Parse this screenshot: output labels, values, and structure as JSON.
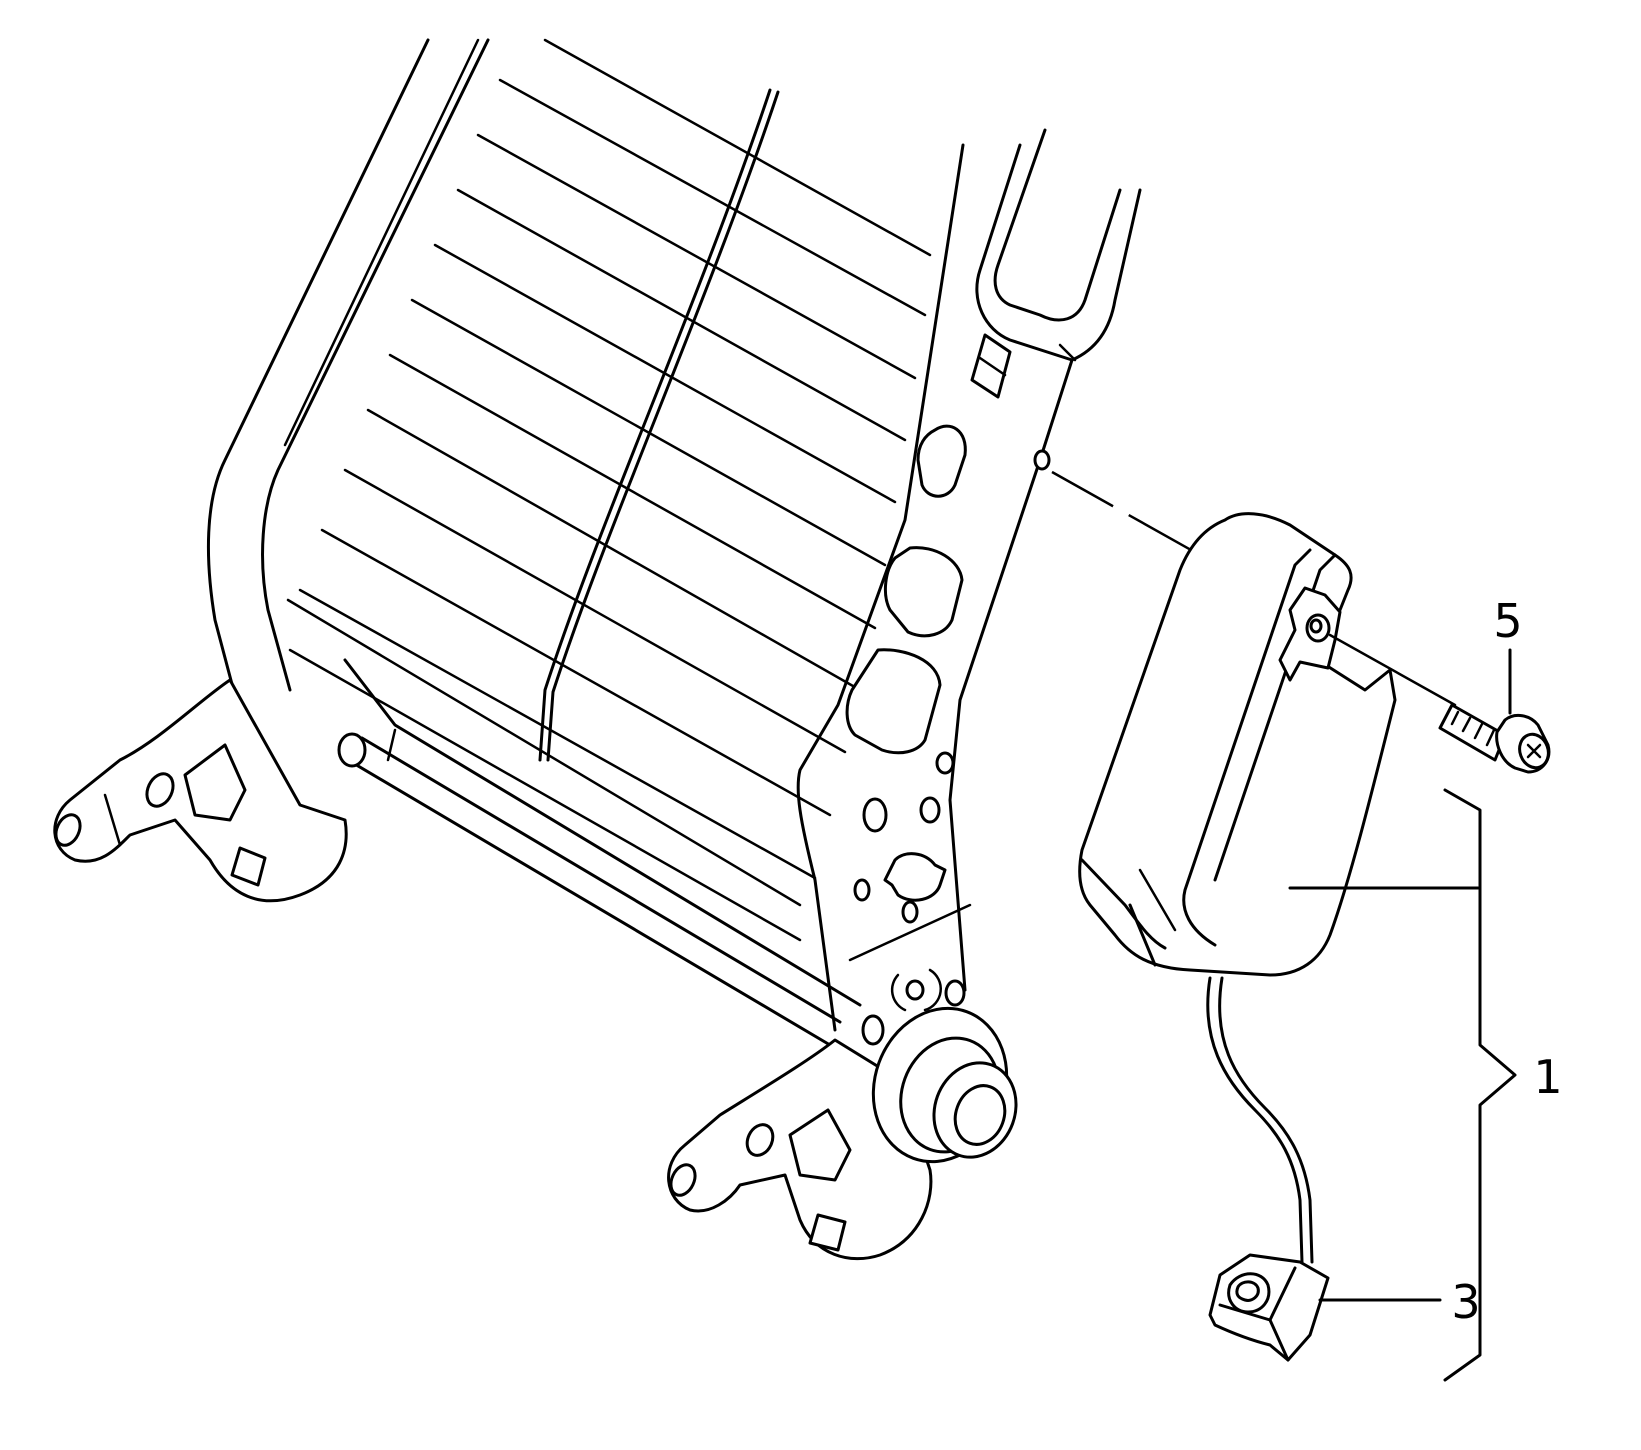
{
  "callouts": [
    {
      "id": "part-1",
      "label": "1"
    },
    {
      "id": "part-3",
      "label": "3"
    },
    {
      "id": "part-5",
      "label": "5"
    }
  ],
  "colors": {
    "line": "#000000",
    "background": "#ffffff"
  }
}
